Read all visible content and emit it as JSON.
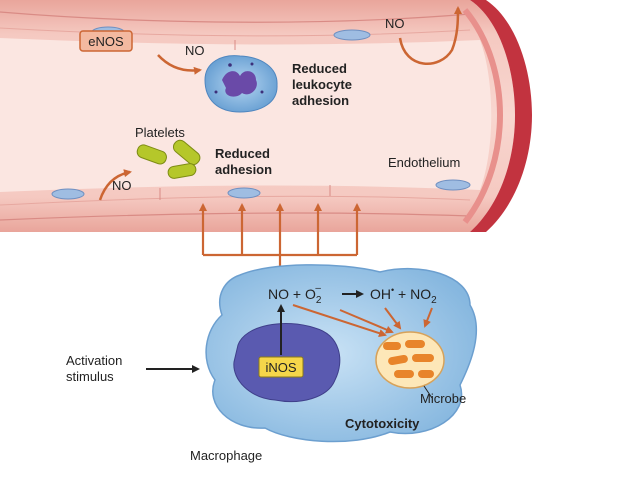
{
  "labels": {
    "enos": "eNOS",
    "no_top": "NO",
    "no_top_right": "NO",
    "no_platelets": "NO",
    "reduced_leukocyte_line1": "Reduced",
    "reduced_leukocyte_line2": "leukocyte",
    "reduced_leukocyte_line3": "adhesion",
    "platelets": "Platelets",
    "reduced_adhesion_line1": "Reduced",
    "reduced_adhesion_line2": "adhesion",
    "endothelium": "Endothelium",
    "reaction_no_plus": "NO + O",
    "reaction_o2_sub": "2",
    "reaction_o2_sup": "–",
    "reaction_products": "OH",
    "reaction_radical": "•",
    "reaction_plus_no": " + NO",
    "reaction_no2_sub": "2",
    "inos": "iNOS",
    "activation_line1": "Activation",
    "activation_line2": "stimulus",
    "microbe": "Microbe",
    "cytotoxicity": "Cytotoxicity",
    "macrophage": "Macrophage"
  },
  "colors": {
    "vessel_pink": "#f2b8b0",
    "vessel_wall": "#c2333f",
    "arrow_orange": "#cc6633",
    "macrophage_blue": "#9dc8e8",
    "nucleus_purple": "#5a5ab0",
    "inos_box": "#f5d64a",
    "microbe_fill": "#fde7b8",
    "rod_orange": "#e8842a",
    "platelet_green": "#b5c72a",
    "leukocyte_blue": "#7fb3e0"
  },
  "icons": [
    "arrow-icon",
    "curved-arrow-icon"
  ]
}
